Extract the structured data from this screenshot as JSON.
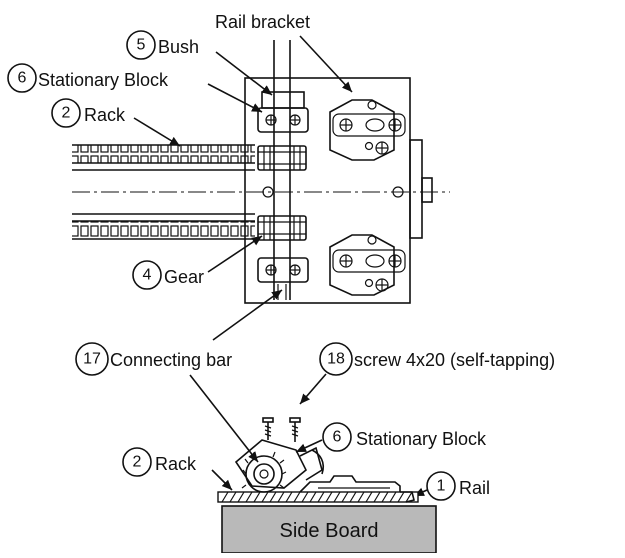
{
  "callouts": {
    "rail_bracket": "Rail bracket",
    "bush": {
      "number": "5",
      "label": "Bush"
    },
    "stationary_block_top": {
      "number": "6",
      "label": "Stationary Block"
    },
    "rack_top": {
      "number": "2",
      "label": "Rack"
    },
    "gear": {
      "number": "4",
      "label": "Gear"
    },
    "connecting_bar": {
      "number": "17",
      "label": "Connecting bar"
    },
    "screw": {
      "number": "18",
      "label": "screw 4x20 (self-tapping)"
    },
    "stationary_block_bottom": {
      "number": "6",
      "label": "Stationary Block"
    },
    "rack_bottom": {
      "number": "2",
      "label": "Rack"
    },
    "rail": {
      "number": "1",
      "label": "Rail"
    }
  },
  "side_board": {
    "label": "Side Board",
    "fill": "#b9b9b9"
  },
  "colors": {
    "line": "#111111",
    "board": "#b9b9b9"
  }
}
